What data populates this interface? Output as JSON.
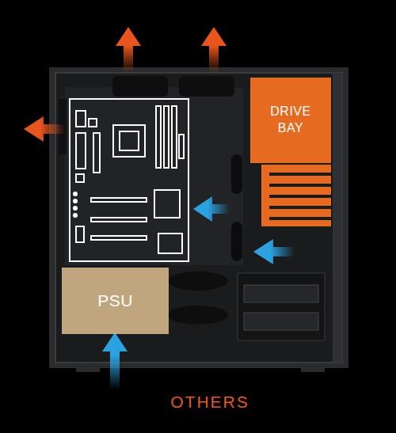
{
  "diagram": {
    "nodes": [
      {
        "text": [
          "DRIVE BAY"
        ]
      },
      {
        "text": [
          "PSU"
        ]
      }
    ],
    "labels": [
      "OTHERS"
    ]
  }
}
